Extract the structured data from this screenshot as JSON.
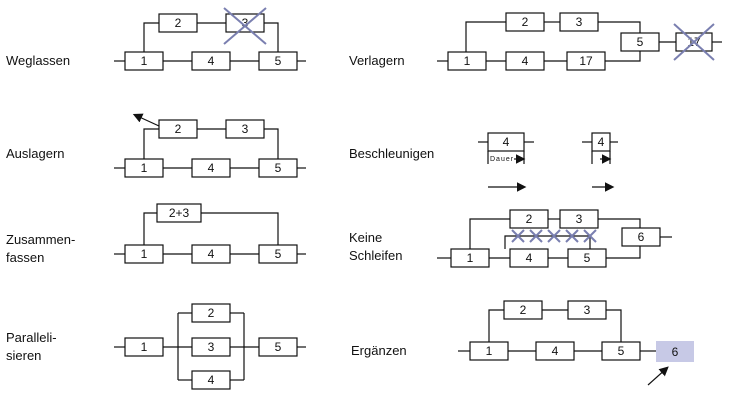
{
  "labels": {
    "weglassen": "Weglassen",
    "auslagern": "Auslagern",
    "zusammenfassen_1": "Zusammen-",
    "zusammenfassen_2": "fassen",
    "parallelisieren_1": "Paralleli-",
    "parallelisieren_2": "sieren",
    "verlagern": "Verlagern",
    "beschleunigen": "Beschleunigen",
    "keine_schleifen_1": "Keine",
    "keine_schleifen_2": "Schleifen",
    "ergaenzen": "Ergänzen"
  },
  "boxes": {
    "weg": [
      "2",
      "3",
      "1",
      "4",
      "5"
    ],
    "aus": [
      "2",
      "3",
      "1",
      "4",
      "5"
    ],
    "zus": [
      "2+3",
      "1",
      "4",
      "5"
    ],
    "par": [
      "2",
      "3",
      "4",
      "1",
      "5"
    ],
    "ver": [
      "2",
      "3",
      "5",
      "17",
      "1",
      "4",
      "17"
    ],
    "bes": [
      "4",
      "4"
    ],
    "kei": [
      "2",
      "3",
      "6",
      "1",
      "4",
      "5"
    ],
    "erg": [
      "2",
      "3",
      "1",
      "4",
      "5",
      "6"
    ]
  },
  "beschleunigen_dauer": "Dauer",
  "colors": {
    "line": "#111111",
    "cross": "#7a7fb0",
    "highlight": "#c7c9e6"
  }
}
